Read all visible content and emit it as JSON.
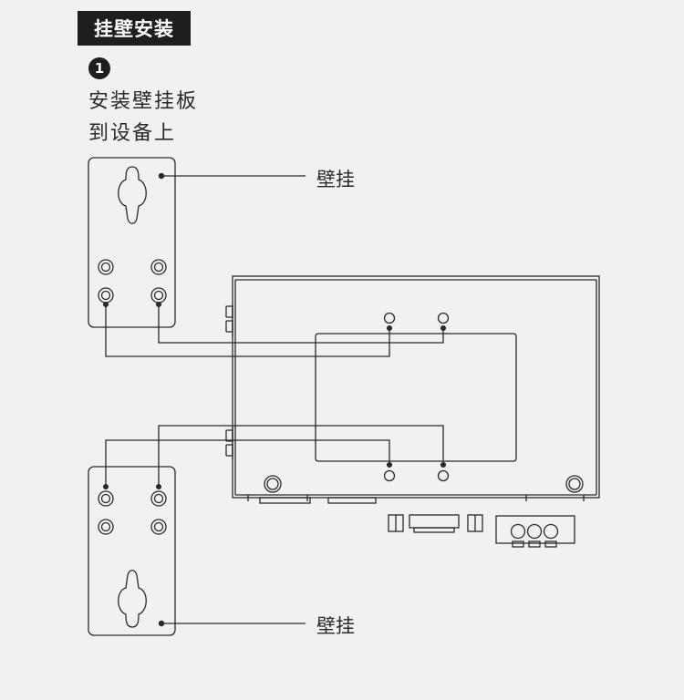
{
  "header": {
    "title": "挂壁安装"
  },
  "step": {
    "number": "1",
    "lines": [
      "安装壁挂板",
      "到设备上"
    ]
  },
  "callouts": {
    "top_label": "壁挂",
    "bottom_label": "壁挂"
  },
  "parts": {
    "top_bracket": "wall-mount-bracket",
    "bottom_bracket": "wall-mount-bracket",
    "device": "device-rear-panel"
  },
  "colors": {
    "line": "#2a2a2a",
    "background": "#f1f1f1",
    "tag": "#1e1e1e"
  }
}
